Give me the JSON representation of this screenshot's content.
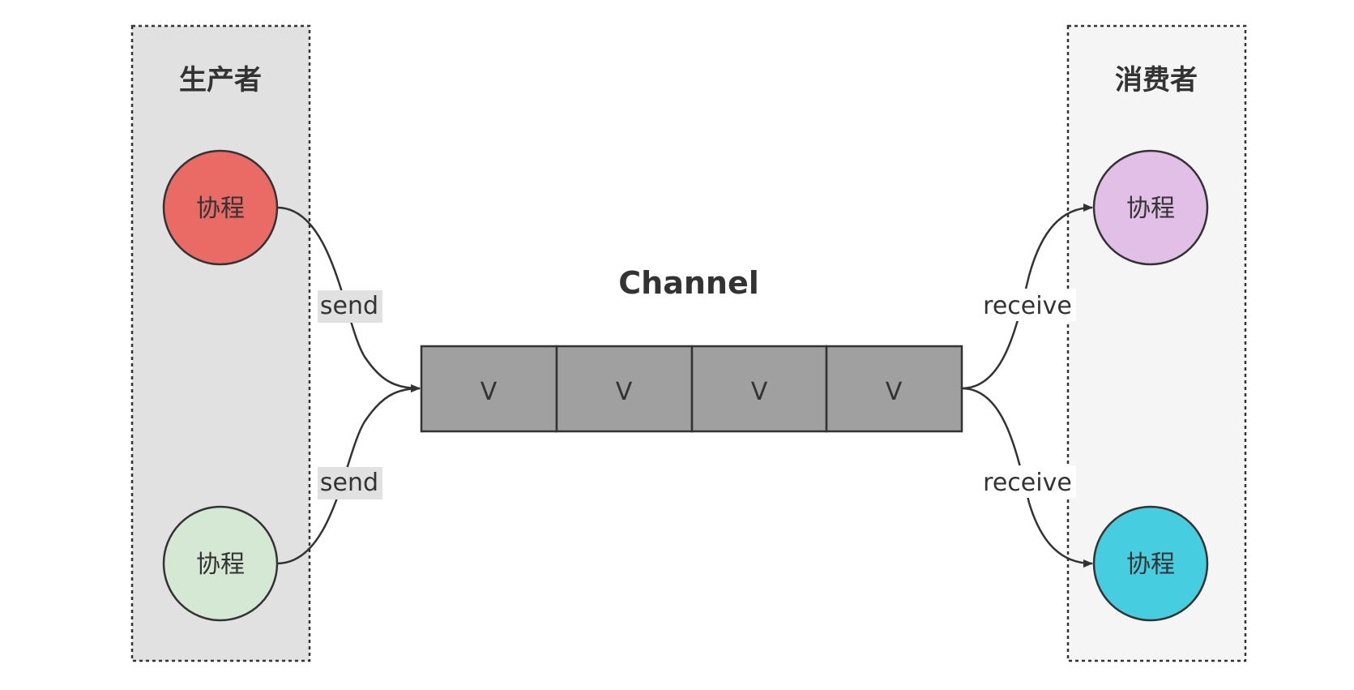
{
  "producer_group": {
    "title": "生产者",
    "fill": "#e1e1e1",
    "nodes": [
      {
        "label": "协程",
        "color": "#ea6b66"
      },
      {
        "label": "协程",
        "color": "#d5e8d4"
      }
    ]
  },
  "consumer_group": {
    "title": "消费者",
    "fill": "#f5f5f5",
    "nodes": [
      {
        "label": "协程",
        "color": "#e1bfe6"
      },
      {
        "label": "协程",
        "color": "#47cde0"
      }
    ]
  },
  "channel": {
    "title": "Channel",
    "fill": "#a0a0a0",
    "slots": [
      "V",
      "V",
      "V",
      "V"
    ]
  },
  "edges": {
    "send_top": "send",
    "send_bottom": "send",
    "receive_top": "receive",
    "receive_bottom": "receive"
  }
}
